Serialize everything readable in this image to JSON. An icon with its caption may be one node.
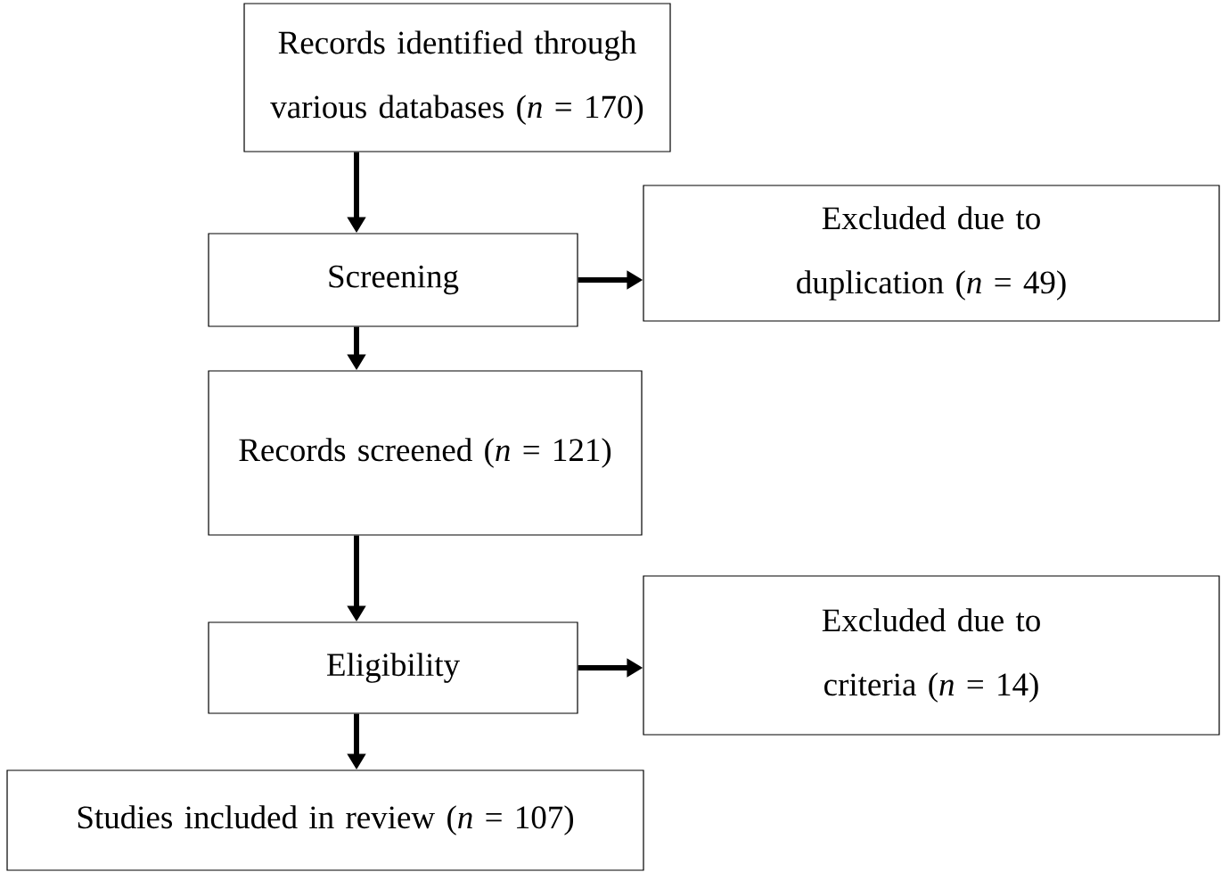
{
  "diagram": {
    "nodes": [
      {
        "text": [
          "Records identified through various databases (*n* = 170)"
        ]
      },
      {
        "text": [
          "Screening"
        ]
      },
      {
        "text": [
          "Excluded due to duplication (*n* = 49)"
        ]
      },
      {
        "text": [
          "Records screened (*n* = 121)"
        ]
      },
      {
        "text": [
          "Eligibility"
        ]
      },
      {
        "text": [
          "Excluded due to criteria (*n* = 14)"
        ]
      },
      {
        "text": [
          "Studies included in review (*n* = 107)"
        ]
      }
    ],
    "edges": [
      {
        "from": 0,
        "to": 1,
        "arrow": "to"
      },
      {
        "from": 1,
        "to": 2,
        "arrow": "to"
      },
      {
        "from": 1,
        "to": 3,
        "arrow": "to"
      },
      {
        "from": 3,
        "to": 4,
        "arrow": "to"
      },
      {
        "from": 4,
        "to": 5,
        "arrow": "to"
      },
      {
        "from": 4,
        "to": 6,
        "arrow": "to"
      }
    ]
  }
}
